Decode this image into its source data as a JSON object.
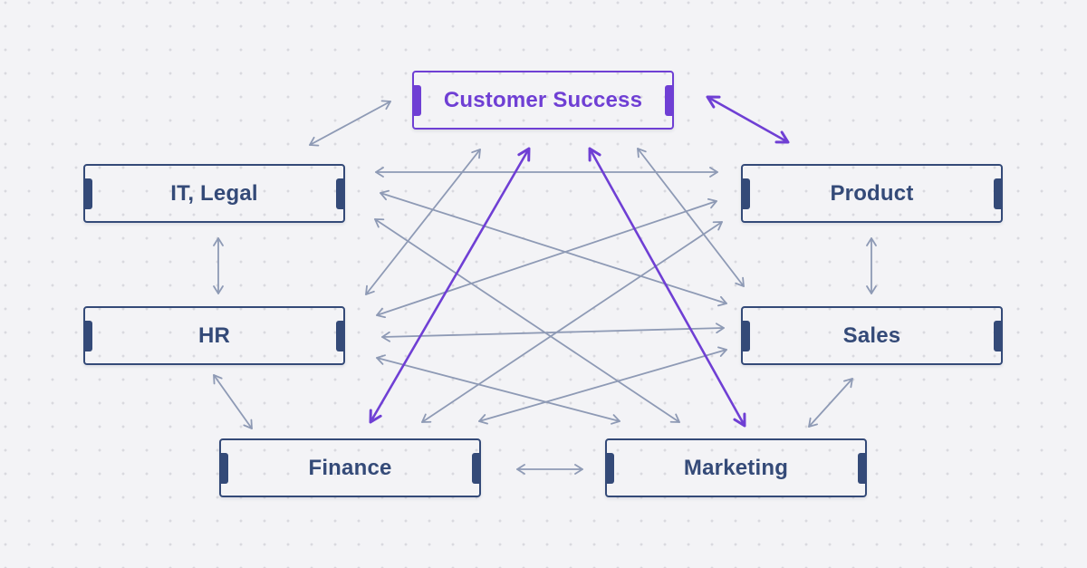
{
  "colors": {
    "node_default": "#344a78",
    "node_highlight": "#6f3fd4",
    "connector_default": "#8e9ab5",
    "connector_highlight": "#6f3fd4"
  },
  "nodes": {
    "customer_success": {
      "label": "Customer Success",
      "highlighted": true
    },
    "it_legal": {
      "label": "IT, Legal",
      "highlighted": false
    },
    "product": {
      "label": "Product",
      "highlighted": false
    },
    "hr": {
      "label": "HR",
      "highlighted": false
    },
    "sales": {
      "label": "Sales",
      "highlighted": false
    },
    "finance": {
      "label": "Finance",
      "highlighted": false
    },
    "marketing": {
      "label": "Marketing",
      "highlighted": false
    }
  },
  "connections": [
    {
      "from": "it_legal",
      "to": "customer_success",
      "bidirectional": true,
      "highlighted": false
    },
    {
      "from": "customer_success",
      "to": "product",
      "bidirectional": true,
      "highlighted": true
    },
    {
      "from": "it_legal",
      "to": "hr",
      "bidirectional": true,
      "highlighted": false
    },
    {
      "from": "product",
      "to": "sales",
      "bidirectional": true,
      "highlighted": false
    },
    {
      "from": "hr",
      "to": "finance",
      "bidirectional": true,
      "highlighted": false
    },
    {
      "from": "sales",
      "to": "marketing",
      "bidirectional": true,
      "highlighted": false
    },
    {
      "from": "finance",
      "to": "marketing",
      "bidirectional": true,
      "highlighted": false
    },
    {
      "from": "it_legal",
      "to": "product",
      "bidirectional": true,
      "highlighted": false
    },
    {
      "from": "it_legal",
      "to": "sales",
      "bidirectional": true,
      "highlighted": false
    },
    {
      "from": "it_legal",
      "to": "marketing",
      "bidirectional": true,
      "highlighted": false
    },
    {
      "from": "hr",
      "to": "customer_success",
      "bidirectional": true,
      "highlighted": false
    },
    {
      "from": "hr",
      "to": "product",
      "bidirectional": true,
      "highlighted": false
    },
    {
      "from": "hr",
      "to": "sales",
      "bidirectional": true,
      "highlighted": false
    },
    {
      "from": "hr",
      "to": "marketing",
      "bidirectional": true,
      "highlighted": false
    },
    {
      "from": "finance",
      "to": "product",
      "bidirectional": true,
      "highlighted": false
    },
    {
      "from": "finance",
      "to": "sales",
      "bidirectional": true,
      "highlighted": false
    },
    {
      "from": "customer_success",
      "to": "sales",
      "bidirectional": true,
      "highlighted": false
    },
    {
      "from": "finance",
      "to": "customer_success",
      "bidirectional": true,
      "highlighted": true
    },
    {
      "from": "marketing",
      "to": "customer_success",
      "bidirectional": true,
      "highlighted": true
    }
  ]
}
